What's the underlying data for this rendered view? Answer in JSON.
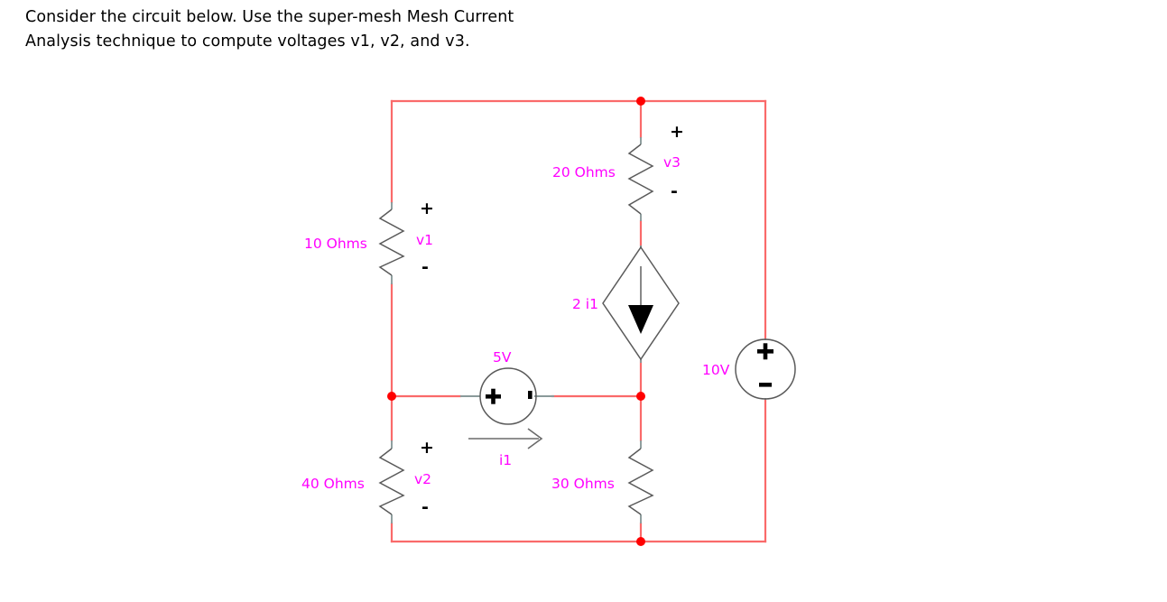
{
  "question": {
    "line1": "Consider the circuit below. Use the super-mesh Mesh Current",
    "line2": "Analysis technique to compute voltages v1, v2, and v3."
  },
  "colors": {
    "wire": "#fa6a6a",
    "node": "#ff0000",
    "component": "#5a5a5a",
    "label": "#ff00ff",
    "text": "#000000"
  },
  "circuit": {
    "title": "super-mesh mesh current analysis circuit",
    "components": {
      "r10": {
        "value": "10 Ohms",
        "voltage": "v1",
        "plus": "+",
        "minus": "-"
      },
      "r40": {
        "value": "40 Ohms",
        "voltage": "v2",
        "plus": "+",
        "minus": "-"
      },
      "r20": {
        "value": "20 Ohms",
        "voltage": "v3",
        "plus": "+",
        "minus": "-"
      },
      "r30": {
        "value": "30 Ohms"
      },
      "vsrc5": {
        "value": "5V",
        "plus": "+",
        "minus": "-"
      },
      "vsrc10": {
        "value": "10V",
        "plus": "+",
        "minus": "-"
      },
      "dep_isrc": {
        "value": "2 i1"
      },
      "current": {
        "label": "i1"
      }
    }
  }
}
